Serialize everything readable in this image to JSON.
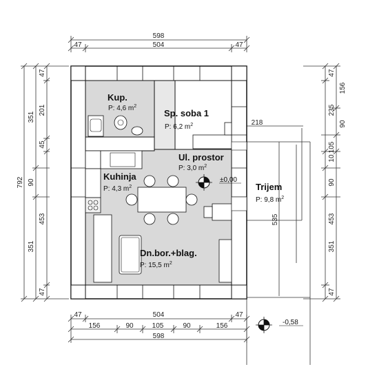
{
  "rooms": [
    {
      "name": "Kup.",
      "area": "P: 4,6 m"
    },
    {
      "name": "Sp. soba 1",
      "area": "P: 6,2 m"
    },
    {
      "name": "Ul. prostor",
      "area": "P: 3,0 m"
    },
    {
      "name": "Kuhinja",
      "area": "P: 4,3 m"
    },
    {
      "name": "Trijem",
      "area": "P: 9,8 m"
    },
    {
      "name": "Dn.bor.+blag.",
      "area": "P: 15,5 m"
    }
  ],
  "area_unit_sup": "2",
  "levels": {
    "floor": "±0,00",
    "terrace": "-0,58"
  },
  "dims_top": {
    "total": "598",
    "left": "47",
    "mid": "504",
    "right": "47"
  },
  "dims_bottom": {
    "row1": [
      "47",
      "504",
      "47"
    ],
    "row2": [
      "156",
      "90",
      "105",
      "90",
      "156"
    ],
    "total": "598"
  },
  "dims_left": {
    "total": "792",
    "col2": [
      "351",
      "90",
      "351"
    ],
    "col3": [
      "47",
      "201",
      "45",
      "453",
      "47"
    ]
  },
  "dims_right": {
    "col1": [
      "47",
      "156",
      "235",
      "90",
      "105",
      "10",
      "90",
      "453",
      "351",
      "47"
    ],
    "porch_depth": "535",
    "porch_width": "218"
  }
}
